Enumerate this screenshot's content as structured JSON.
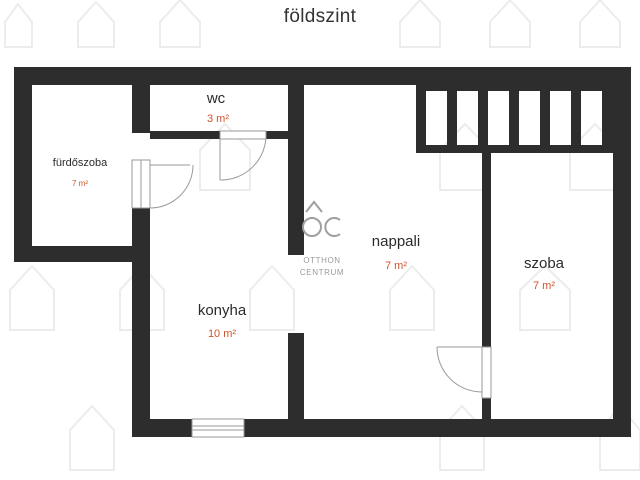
{
  "title": "földszint",
  "rooms": {
    "wc": {
      "name": "wc",
      "area": "3 m²"
    },
    "furdoszoba": {
      "name": "fürdőszoba",
      "area": "7 m²"
    },
    "konyha": {
      "name": "konyha",
      "area": "10 m²"
    },
    "nappali": {
      "name": "nappali",
      "area": "7 m²"
    },
    "szoba": {
      "name": "szoba",
      "area": "7 m²"
    }
  },
  "watermark": {
    "line1": "OTTHON",
    "line2": "CENTRUM"
  },
  "colors": {
    "wall": "#2d2d2d",
    "area_text": "#d0532f",
    "watermark": "#e6e6e6"
  }
}
